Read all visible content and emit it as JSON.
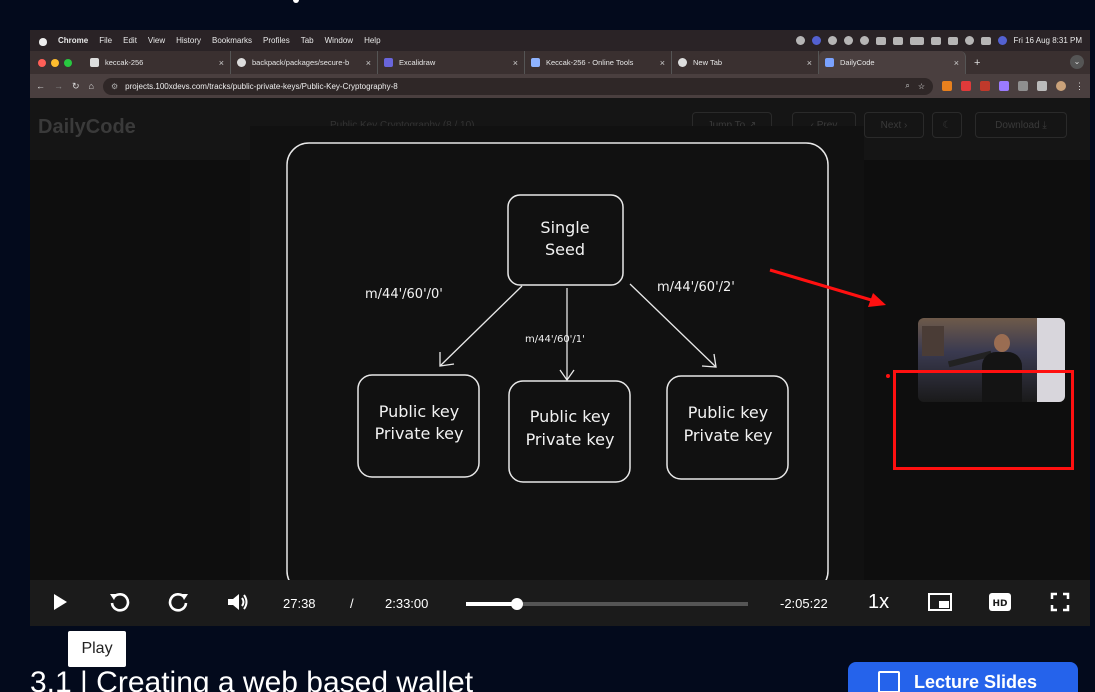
{
  "menubar": {
    "app": "Chrome",
    "items": [
      "File",
      "Edit",
      "View",
      "History",
      "Bookmarks",
      "Profiles",
      "Tab",
      "Window",
      "Help"
    ],
    "datetime": "Fri 16 Aug  8:31 PM"
  },
  "tabs": [
    {
      "title": "keccak-256",
      "icon": "tab-icon"
    },
    {
      "title": "backpack/packages/secure-b",
      "icon": "github-icon"
    },
    {
      "title": "Excalidraw",
      "icon": "excalidraw-icon"
    },
    {
      "title": "Keccak-256 - Online Tools",
      "icon": "tools-icon"
    },
    {
      "title": "New Tab",
      "icon": "chrome-icon"
    },
    {
      "title": "DailyCode",
      "icon": "dailycode-icon"
    }
  ],
  "address": {
    "url": "projects.100xdevs.com/tracks/public-private-keys/Public-Key-Cryptography-8"
  },
  "site": {
    "logo": "DailyCode",
    "page_title": "Public Key Cryptography (8 / 10)",
    "jump_to": "Jump To",
    "prev": "Prev",
    "next": "Next",
    "download": "Download"
  },
  "diagram": {
    "seed": [
      "Single",
      "Seed"
    ],
    "path_left": "m/44'/60'/0'",
    "path_mid": "m/44'/60'/1'",
    "path_right": "m/44'/60'/2'",
    "node_line1": "Public key",
    "node_line2": "Private key"
  },
  "player": {
    "current_time": "27:38",
    "separator": "/",
    "duration": "2:33:00",
    "remaining": "-2:05:22",
    "speed": "1x",
    "progress_fraction": 0.181,
    "hd_label": "HD",
    "tooltip": "Play"
  },
  "below": {
    "heading": "3.1 | Creating a web based wallet",
    "slides_button": "Lecture Slides"
  },
  "colors": {
    "accent_blue": "#2563eb",
    "annotation_red": "#ff1010"
  }
}
